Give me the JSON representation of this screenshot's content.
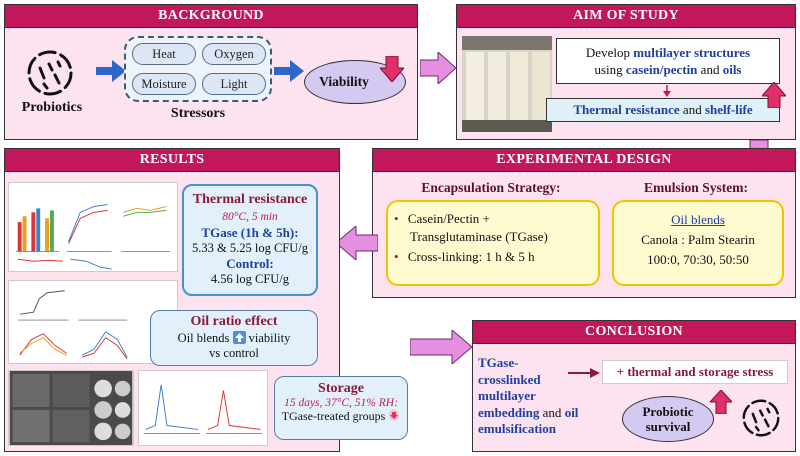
{
  "background": {
    "header": "BACKGROUND",
    "probiotics_label": "Probiotics",
    "stressors": [
      "Heat",
      "Oxygen",
      "Moisture",
      "Light"
    ],
    "stressors_label": "Stressors",
    "viability_label": "Viability"
  },
  "aim": {
    "header": "AIM OF STUDY",
    "line1": "Develop",
    "multilayer": "multilayer structures",
    "using": "using",
    "casein_pectin": "casein/pectin",
    "and": "and",
    "oils": "oils",
    "thermal": "Thermal resistance",
    "and2": "and",
    "shelf_life": "shelf-life"
  },
  "results": {
    "header": "RESULTS",
    "thermal_title": "Thermal resistance",
    "thermal_cond": "80°C, 5 min",
    "tgase_label": "TGase (1h & 5h):",
    "tgase_value": "5.33 & 5.25 log CFU/g",
    "control_label": "Control:",
    "control_value": "4.56 log CFU/g",
    "oil_title": "Oil ratio effect",
    "oil_line1": "Oil blends",
    "oil_viability": "viability",
    "oil_line2": "vs control",
    "storage_title": "Storage",
    "storage_cond": "15 days, 37°C, 51% RH:",
    "storage_line": "TGase-treated groups"
  },
  "design": {
    "header": "EXPERIMENTAL DESIGN",
    "encap_title": "Encapsulation Strategy:",
    "encap_item1a": "Casein/Pectin +",
    "encap_item1b": "Transglutaminase (TGase)",
    "encap_item2": "Cross-linking: 1 h & 5 h",
    "emulsion_title": "Emulsion System:",
    "oil_blends": "Oil blends",
    "canola": "Canola : Palm Stearin",
    "ratios": "100:0, 70:30, 50:50"
  },
  "conclusion": {
    "header": "CONCLUSION",
    "lines": [
      "TGase-",
      "crosslinked",
      "multilayer"
    ],
    "embedding": "embedding",
    "and": "and",
    "oil": "oil",
    "emulsification": "emulsification",
    "stress": "+ thermal and storage stress",
    "survival_line1": "Probiotic",
    "survival_line2": "survival"
  },
  "colors": {
    "header": "#c2185b",
    "panel": "#fde3ef",
    "arrow": "#e48fe0",
    "blue_arrow": "#2f67c9",
    "accent_blue": "#1e3fa3",
    "maroon": "#8b1a3a"
  }
}
